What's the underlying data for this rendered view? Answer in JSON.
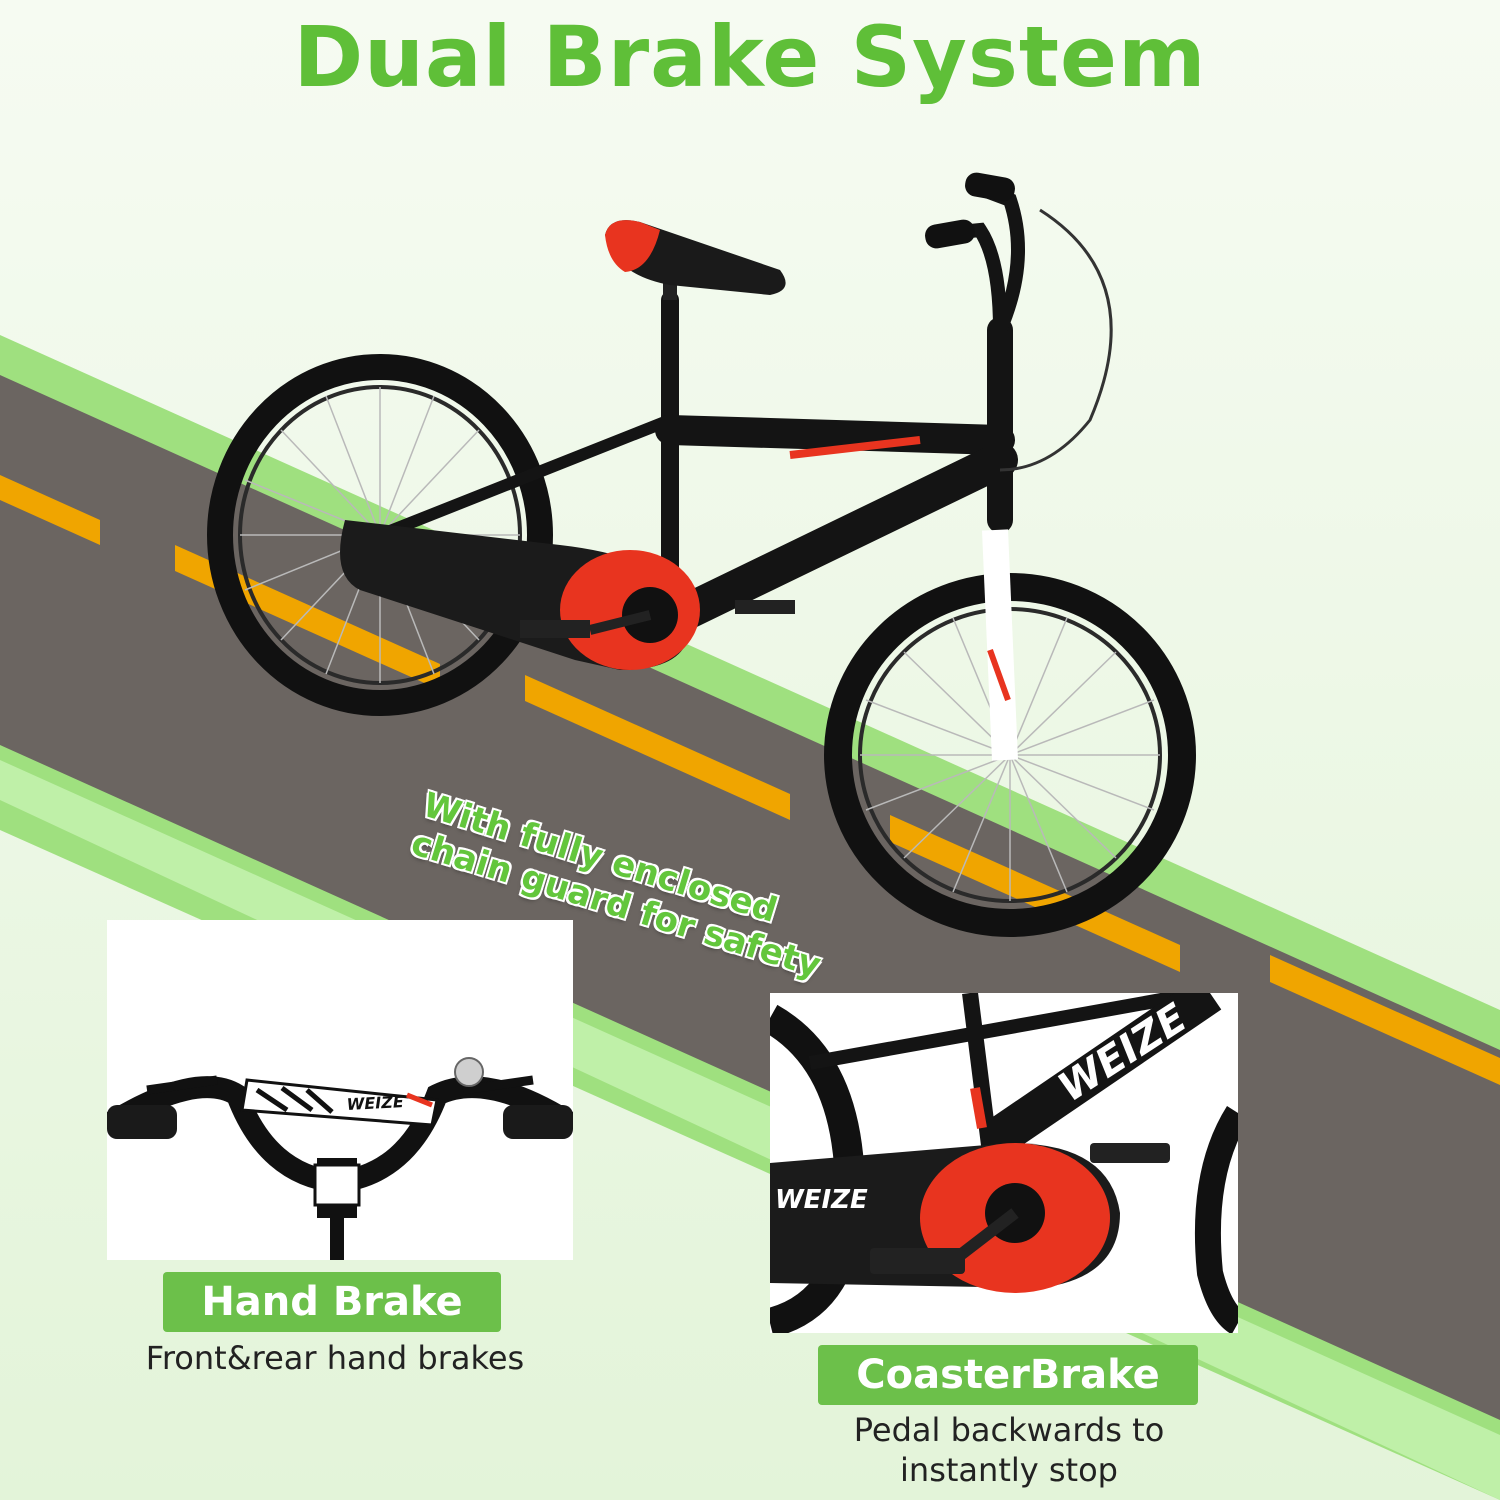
{
  "headline": "Dual Brake System",
  "chain_guard_caption": [
    "With fully enclosed",
    "chain guard for safety"
  ],
  "bike_brand": "WEIZE",
  "hand_brake": {
    "title": "Hand Brake",
    "description": "Front&rear hand brakes"
  },
  "coaster_brake": {
    "title": "CoasterBrake",
    "description_lines": [
      "Pedal backwards to",
      "instantly stop"
    ]
  },
  "colors": {
    "title_green": "#5fbf38",
    "badge_green": "#6cc04a",
    "road": "#6b6561",
    "lane_mark": "#f0a500",
    "frame": "#141414",
    "accent_red": "#e8341f"
  }
}
